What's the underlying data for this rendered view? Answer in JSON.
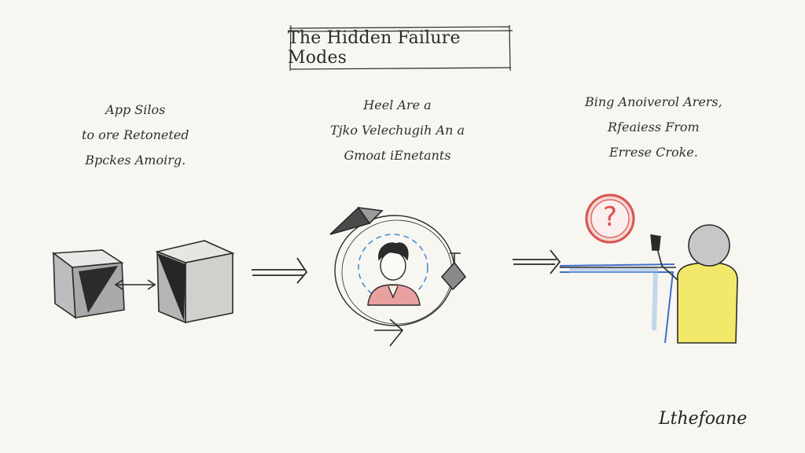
{
  "title": "The Hidden Failure Modes",
  "columns": [
    {
      "lines": [
        "App Silos",
        "to ore Retoneted",
        "Bpckes Amoirg."
      ]
    },
    {
      "lines": [
        "Heel Are a",
        "Tjko Velechugih An a",
        "Gmoat iEnetants"
      ]
    },
    {
      "lines": [
        "Bing Anoiverol Arers,",
        "Rfeaiess From",
        "Erresе Croke."
      ]
    }
  ],
  "badge_symbol": "?",
  "signature": "Lthefoane",
  "colors": {
    "background": "#f7f6f1",
    "ink": "#2a2a2a",
    "badge_red": "#d9534f",
    "dashed_blue": "#4a8fd6",
    "desk_blue": "#3f6fc9",
    "vest_yellow": "#f2e96a",
    "shirt_pink": "#e8a0a0"
  }
}
